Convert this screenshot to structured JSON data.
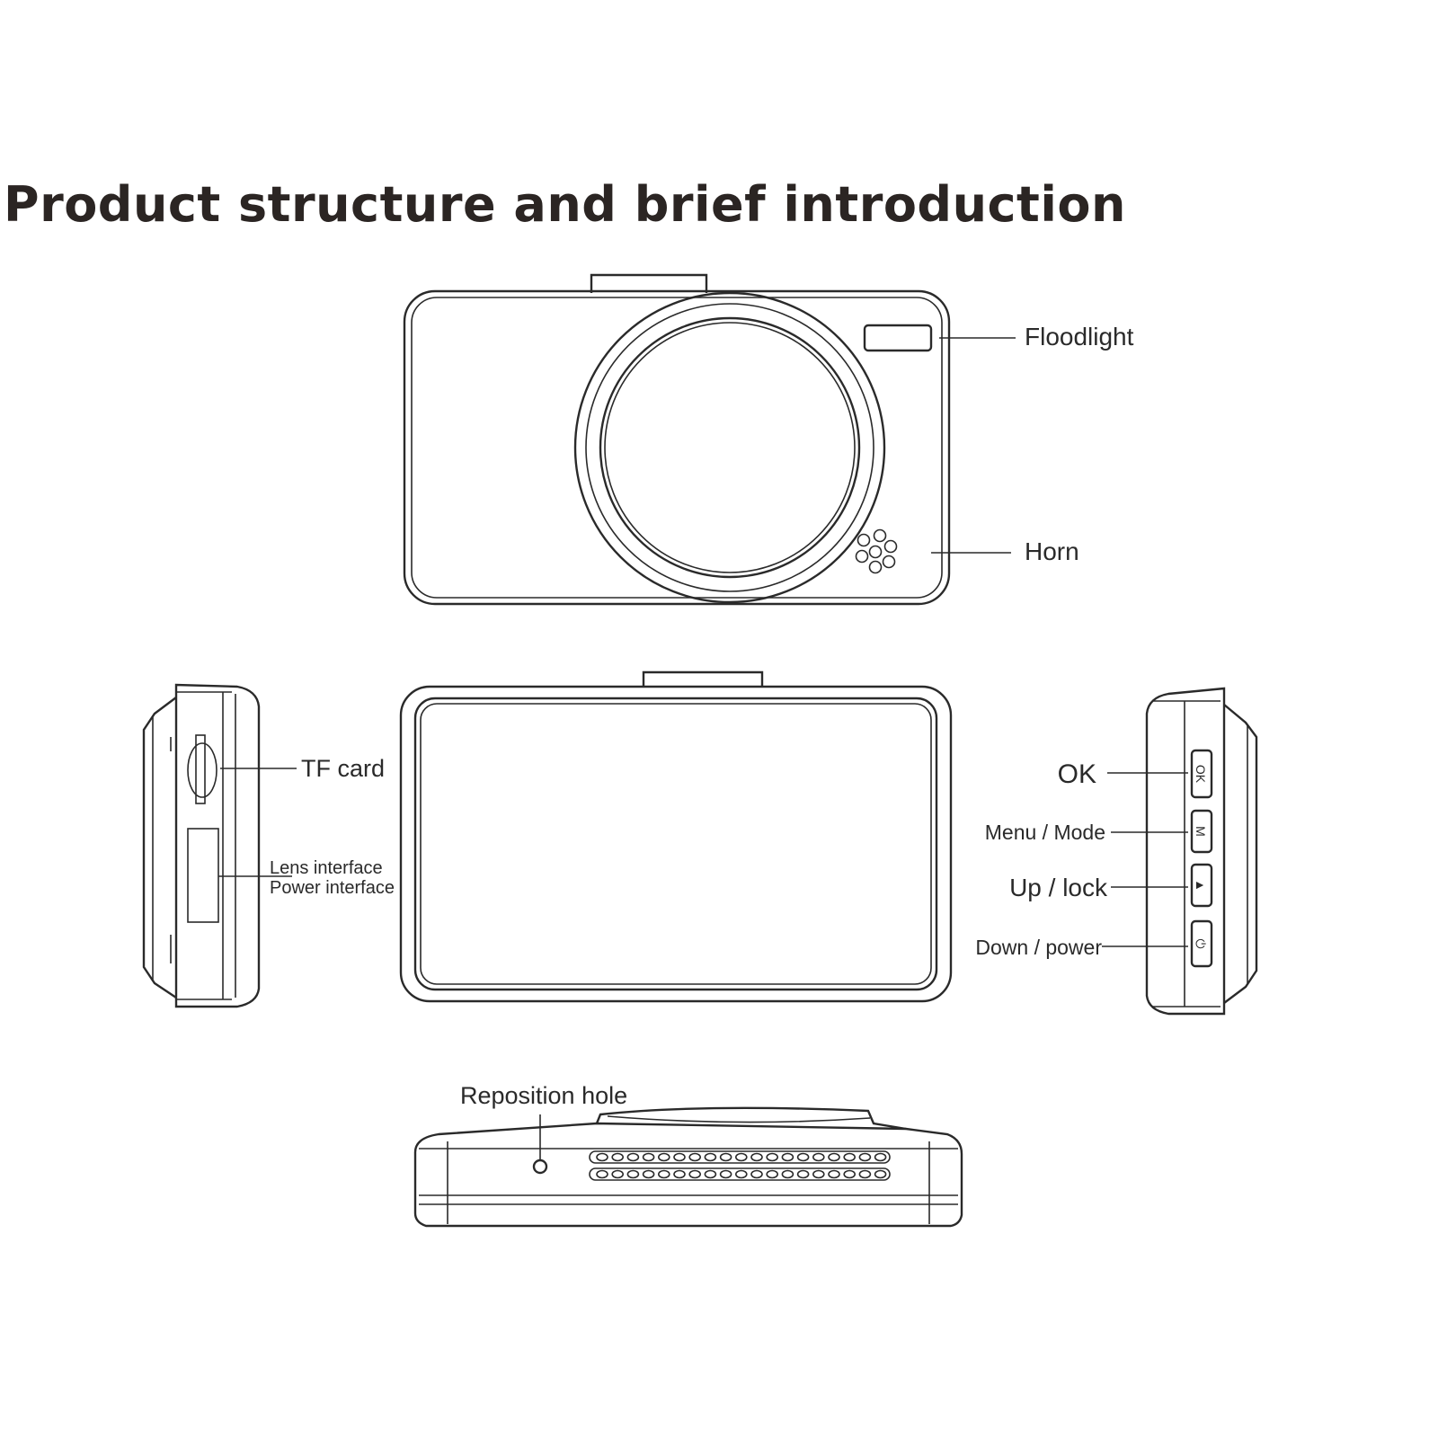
{
  "title": "Product structure and brief introduction",
  "labels": {
    "floodlight": "Floodlight",
    "horn": "Horn",
    "tf_card": "TF card",
    "lens_interface": "Lens interface",
    "power_interface": "Power interface",
    "ok": "OK",
    "menu_mode": "Menu / Mode",
    "up_lock": "Up / lock",
    "down_power": "Down / power",
    "reposition_hole": "Reposition hole"
  },
  "buttons": {
    "ok": "OK",
    "m": "M",
    "up": "▲",
    "power": "⏻"
  },
  "colors": {
    "line": "#2a2a2a",
    "title": "#2b2523",
    "background": "#ffffff"
  }
}
